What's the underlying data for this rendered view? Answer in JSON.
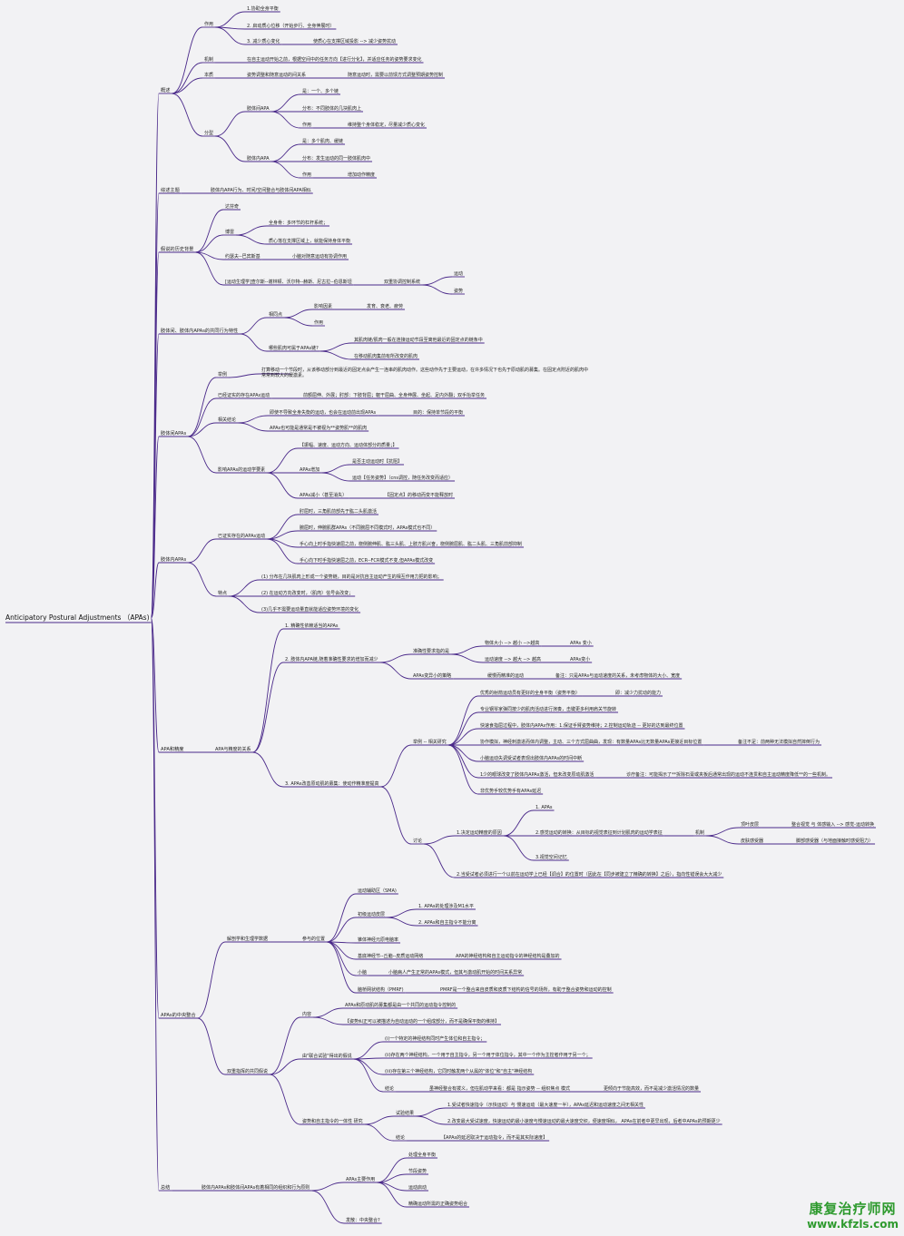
{
  "root": "Anticipatory Postural Adjustments （APAs)",
  "nodes": [
    {
      "id": "n1",
      "p": "root",
      "t": "概述"
    },
    {
      "id": "n1a",
      "p": "n1",
      "t": "作用"
    },
    {
      "id": "n1a1",
      "p": "n1a",
      "t": "1.协助全身平衡"
    },
    {
      "id": "n1a2",
      "p": "n1a",
      "t": "2. 启动质心位移（开始步行、全身伸展时）"
    },
    {
      "id": "n1a3",
      "p": "n1a",
      "t": "3. 减少质心变化"
    },
    {
      "id": "n1a3a",
      "p": "n1a3",
      "t": "使质心在支撑区域投影 --> 减少姿势扰动"
    },
    {
      "id": "n1b",
      "p": "n1",
      "t": "机制"
    },
    {
      "id": "n1b1",
      "p": "n1b",
      "t": "在自主运动开始之前，根据空间中的任务方向【进行分化】，并适应任务的姿势要求变化"
    },
    {
      "id": "n1c",
      "p": "n1",
      "t": "本质"
    },
    {
      "id": "n1c1",
      "p": "n1c",
      "t": "姿势调整和随意运动的间关系"
    },
    {
      "id": "n1c1a",
      "p": "n1c1",
      "t": "随意运动时，需要以前馈方式调整预期姿势控制"
    },
    {
      "id": "n1d",
      "p": "n1",
      "t": "分型"
    },
    {
      "id": "n1d1",
      "p": "n1d",
      "t": "肢体间APA"
    },
    {
      "id": "n1d1a",
      "p": "n1d1",
      "t": "是：一个、多个链"
    },
    {
      "id": "n1d1b",
      "p": "n1d1",
      "t": "分布：不同肢体的几块肌肉上"
    },
    {
      "id": "n1d1c",
      "p": "n1d1",
      "t": "作用"
    },
    {
      "id": "n1d1c1",
      "p": "n1d1c",
      "t": "维持整个身体稳定，尽量减少质心变化"
    },
    {
      "id": "n1d2",
      "p": "n1d",
      "t": "肢体内APA"
    },
    {
      "id": "n1d2a",
      "p": "n1d2",
      "t": "是：多个肌肉、缓链"
    },
    {
      "id": "n1d2b",
      "p": "n1d2",
      "t": "分布：发生运动的同一肢体肌肉中"
    },
    {
      "id": "n1d2c",
      "p": "n1d2",
      "t": "作用"
    },
    {
      "id": "n1d2c1",
      "p": "n1d2c",
      "t": "增加动作精度"
    },
    {
      "id": "n2",
      "p": "root",
      "t": "综述主题"
    },
    {
      "id": "n2a",
      "p": "n2",
      "t": "肢体内APA行为、时间/空间整合与肢体间APA相似"
    },
    {
      "id": "n3",
      "p": "root",
      "t": "假说的历史背景"
    },
    {
      "id": "n3a",
      "p": "n3",
      "t": "达芬奇"
    },
    {
      "id": "n3b",
      "p": "n3",
      "t": "博雷"
    },
    {
      "id": "n3b1",
      "p": "n3b",
      "t": "全身骨：多环节的杠杆系统；"
    },
    {
      "id": "n3b2",
      "p": "n3b",
      "t": "质心落在支撑区域上，就能保持身体平衡"
    },
    {
      "id": "n3c",
      "p": "n3",
      "t": "约瑟夫--巴宾斯基"
    },
    {
      "id": "n3c1",
      "p": "n3c",
      "t": "小脑对随意运动有协调作用"
    },
    {
      "id": "n3d",
      "p": "n3",
      "t": "[运动生理学]查尔斯--谢林顿、沃尔特--赫斯、尼古拉--伯恩斯坦"
    },
    {
      "id": "n3d1",
      "p": "n3d",
      "t": "双重协调控制系统"
    },
    {
      "id": "n3d1a",
      "p": "n3d1",
      "t": "运动"
    },
    {
      "id": "n3d1b",
      "p": "n3d1",
      "t": "姿势"
    },
    {
      "id": "n4",
      "p": "root",
      "t": "肢体间、肢体内APAs的共同行为特性"
    },
    {
      "id": "n4a",
      "p": "n4",
      "t": "相同点"
    },
    {
      "id": "n4a1",
      "p": "n4a",
      "t": "影响因素"
    },
    {
      "id": "n4a1a",
      "p": "n4a1",
      "t": "发育、衰老、疲劳"
    },
    {
      "id": "n4a2",
      "p": "n4a",
      "t": "作用"
    },
    {
      "id": "n4b",
      "p": "n4",
      "t": "哪些肌肉可属于APAs链?"
    },
    {
      "id": "n4b1",
      "p": "n4b",
      "t": "其肌肉链/肌肉一般在连接运动节段至离他最近的固定点的链条中"
    },
    {
      "id": "n4b2",
      "p": "n4b",
      "t": "在移动肌肉集前有所改变的肌肉"
    },
    {
      "id": "n5",
      "p": "root",
      "t": "肢体间APAs"
    },
    {
      "id": "n5a",
      "p": "n5",
      "t": "举例"
    },
    {
      "id": "n5a1",
      "p": "n5a",
      "t": "打算移动一个节段时，从该移动部分到最近的固定点会产生一连串的肌肉动作。这些动作先于主要运动，在许多情况下也先于原动肌的募集。在固定点附近的肌肉中常常到较大的缓激素。"
    },
    {
      "id": "n5b",
      "p": "n5",
      "t": "已经证实的存在APAs运动"
    },
    {
      "id": "n5b1",
      "p": "n5b",
      "t": "前额屈伸、外展；肘部：下肢背屈；躯干屈曲、全身伸展、坐起、足内外翻；双手抬举任务"
    },
    {
      "id": "n5c",
      "p": "n5",
      "t": "相关结论"
    },
    {
      "id": "n5c1",
      "p": "n5c",
      "t": "即使不导致全身失衡的运动，也会在运动前出现APAs"
    },
    {
      "id": "n5c1a",
      "p": "n5c1",
      "t": "目的：保持单节段的平衡"
    },
    {
      "id": "n5c2",
      "p": "n5c",
      "t": "APAs也可能是通常是不被视为**姿势肌**的肌肉"
    },
    {
      "id": "n5d",
      "p": "n5",
      "t": "影响APAs的运动学要素"
    },
    {
      "id": "n5d1",
      "p": "n5d",
      "t": "【振幅、速度、运动方向、运动体部分的质量；】"
    },
    {
      "id": "n5d2",
      "p": "n5d",
      "t": "APAs增加"
    },
    {
      "id": "n5d2a",
      "p": "n5d2",
      "t": "是否主动运动时【抗阻】"
    },
    {
      "id": "n5d2b",
      "p": "n5d2",
      "t": "运动【任务姿势】（cns调控，随任务改变而适应）"
    },
    {
      "id": "n5d3",
      "p": "n5d",
      "t": "APAs减小（甚至消失）"
    },
    {
      "id": "n5d3a",
      "p": "n5d3",
      "t": "【固定点】的移动而变不能释放时"
    },
    {
      "id": "n6",
      "p": "root",
      "t": "肢体内APAs"
    },
    {
      "id": "n6a",
      "p": "n6",
      "t": "已证实存在的APAs运动"
    },
    {
      "id": "n6a1",
      "p": "n6a",
      "t": "肘屈时，三角肌前部先于肱二头肌激活"
    },
    {
      "id": "n6a2",
      "p": "n6a",
      "t": "腕屈时，伸腕肌群APAs（不同腕屈不同模式时，APAs模式也不同）"
    },
    {
      "id": "n6a3",
      "p": "n6a",
      "t": "手心向上时手指快速屈之前，桡侧腕伸肌、肱三头肌、上肢方肌兴奋，桡侧腕屈肌、肱二头肌、三角肌前部抑制"
    },
    {
      "id": "n6a4",
      "p": "n6a",
      "t": "手心向下时手指快速屈之前，ECR--FCR模式不变,但APAs模式改变"
    },
    {
      "id": "n6b",
      "p": "n6",
      "t": "特点"
    },
    {
      "id": "n6b1",
      "p": "n6b",
      "t": "(1) 分布在几块肌肉上形成一个姿势链，目的是对抗自主运动产生的相互作用力把的影响；"
    },
    {
      "id": "n6b2",
      "p": "n6b",
      "t": "(2) 在运动方向改变时，（肌肉）信号会改变；"
    },
    {
      "id": "n6b3",
      "p": "n6b",
      "t": "(3)几乎不需要运动量直就能适应姿势环境的变化"
    },
    {
      "id": "n7",
      "p": "root",
      "t": "APA和精度"
    },
    {
      "id": "n7a",
      "p": "n7",
      "t": "APA与精度的关系"
    },
    {
      "id": "n7a1",
      "p": "n7a",
      "t": "1. 精确性依赖适当的APAs"
    },
    {
      "id": "n7a2",
      "p": "n7a",
      "t": "2. 肢体内APA链,随着准确性要求的增加而减少"
    },
    {
      "id": "n7a2a",
      "p": "n7a2",
      "t": "准确性要求指的是"
    },
    {
      "id": "n7a2a1",
      "p": "n7a2a",
      "t": "物体大小 --> 越小 -->越高"
    },
    {
      "id": "n7a2a1a",
      "p": "n7a2a1",
      "t": "APAs 变小"
    },
    {
      "id": "n7a2a2",
      "p": "n7a2a",
      "t": "运动速度 --> 越大 --> 越高"
    },
    {
      "id": "n7a2a2a",
      "p": "n7a2a2",
      "t": "APAs变小"
    },
    {
      "id": "n7a2b",
      "p": "n7a2",
      "t": "APAs变异小的策略"
    },
    {
      "id": "n7a2b1",
      "p": "n7a2b",
      "t": "缓慢而精准的运动"
    },
    {
      "id": "n7a2b1a",
      "p": "n7a2b1",
      "t": "备注：只是APAs与运动速度的关系，未考虑物体的大小、宽度"
    },
    {
      "id": "n7a3",
      "p": "n7a",
      "t": "3. APAs改善原动肌的募集：使动作精准度提高"
    },
    {
      "id": "n7a3a",
      "p": "n7a3",
      "t": "举例 -- 相关研究"
    },
    {
      "id": "n7a3a1",
      "p": "n7a3a",
      "t": "优秀的射箭运动员有更好的全身平衡（姿势平衡）"
    },
    {
      "id": "n7a3a1a",
      "p": "n7a3a1",
      "t": "即：减少力扰动的能力"
    },
    {
      "id": "n7a3a2",
      "p": "n7a3a",
      "t": "专业钢琴家弹同按少的肌肉活动进行演奏，击键更多利用肩关节旋转"
    },
    {
      "id": "n7a3a3",
      "p": "n7a3a",
      "t": "快速食指屈过程中，肢体内APAs作用：1.保证手臂姿势维持；2.控制运动轨迹 -- 更好的达到最终位置"
    },
    {
      "id": "n7a3a4",
      "p": "n7a3a",
      "t": "协作模拟，神经刺激进而体内调整，主动、三个方式屈曲曲，发现：有数量APAs比无数量APAs更接近目标位置"
    },
    {
      "id": "n7a3a4a",
      "p": "n7a3a4",
      "t": "备注不足：前两种无法模拟自然摔倒行为"
    },
    {
      "id": "n7a3a5",
      "p": "n7a3a",
      "t": "小脑运动失调受试者表现出肢体内APAs的时间中断"
    },
    {
      "id": "n7a3a6",
      "p": "n7a3a",
      "t": "1少的眼球改变了肢体内APAs激活，但未改变原动肌激活"
    },
    {
      "id": "n7a3a6a",
      "p": "n7a3a6",
      "t": "诊疗备注：可能揭示了**拆除石膏或夹板后通常出现的运动不连贯和自主运动精度降低**的一些机制。"
    },
    {
      "id": "n7a3a7",
      "p": "n7a3a",
      "t": "非优势手较优势手有APAs延迟"
    },
    {
      "id": "n7a3b",
      "p": "n7a3",
      "t": "讨论"
    },
    {
      "id": "n7a3b1",
      "p": "n7a3b",
      "t": "1.决定运动精度的原因"
    },
    {
      "id": "n7a3b1a",
      "p": "n7a3b1",
      "t": "1. APAs"
    },
    {
      "id": "n7a3b1b",
      "p": "n7a3b1",
      "t": "2.感觉运动的转换：从目标的视觉表征到计划肌肉的运动学表征"
    },
    {
      "id": "n7a3b1b1",
      "p": "n7a3b1b",
      "t": "机制"
    },
    {
      "id": "n7a3b1b1a",
      "p": "n7a3b1b1",
      "t": "顶叶皮层"
    },
    {
      "id": "n7a3b1b1a1",
      "p": "n7a3b1b1a",
      "t": "整合视觉 与 体感输入 --> 感觉-运动转换"
    },
    {
      "id": "n7a3b1b1b",
      "p": "n7a3b1b1",
      "t": "皮肤感受器"
    },
    {
      "id": "n7a3b1b1b1",
      "p": "n7a3b1b1b",
      "t": "脚部感受器（与地面接触时感受阻力）"
    },
    {
      "id": "n7a3b1c",
      "p": "n7a3b1",
      "t": "3.视觉空间记忆"
    },
    {
      "id": "n7a3b2",
      "p": "n7a3b",
      "t": "2.当受试者必须进行一个以前在运动学上已经【调合】的位置时（因此在【同步被建立了精确的转换】之后），指向性错误会大大减少"
    },
    {
      "id": "n8",
      "p": "root",
      "t": "APAs的中央整合"
    },
    {
      "id": "n8a",
      "p": "n8",
      "t": "解剖学和生理学数据"
    },
    {
      "id": "n8a1",
      "p": "n8a",
      "t": "参与的位置"
    },
    {
      "id": "n8a1a",
      "p": "n8a1",
      "t": "运动辅助区（SMA)"
    },
    {
      "id": "n8a1b",
      "p": "n8a1",
      "t": "初级运动皮层"
    },
    {
      "id": "n8a1b1",
      "p": "n8a1b",
      "t": "1. APAs的处理涉及M1水平"
    },
    {
      "id": "n8a1b2",
      "p": "n8a1b",
      "t": "2. APAs和自主指令不能分离"
    },
    {
      "id": "n8a1c",
      "p": "n8a1",
      "t": "锥体神经元原电脑率"
    },
    {
      "id": "n8a1d",
      "p": "n8a1",
      "t": "基底神经节--丘脑--皮质运动网络"
    },
    {
      "id": "n8a1d1",
      "p": "n8a1d",
      "t": "APA的神经结构和自主运动指令的神经结构是叠加的"
    },
    {
      "id": "n8a1e",
      "p": "n8a1",
      "t": "小脑"
    },
    {
      "id": "n8a1e1",
      "p": "n8a1e",
      "t": "小脑病人产生正常的APAs模式，但其与激动肌开始的时间关系异常"
    },
    {
      "id": "n8a1f",
      "p": "n8a1",
      "t": "脑桥网状结构（PMRF)"
    },
    {
      "id": "n8a1f1",
      "p": "n8a1f",
      "t": "PMRF是一个整合来自皮质和皮质下结构的信号的场所，有助于整合姿势和运动的控制"
    },
    {
      "id": "n8b",
      "p": "n8",
      "t": "双重指挥的共同假说"
    },
    {
      "id": "n8b1",
      "p": "n8b",
      "t": "内容"
    },
    {
      "id": "n8b1a",
      "p": "n8b1",
      "t": "APAs和原动肌的募集都是由一个共同的运动指令控制的"
    },
    {
      "id": "n8b1b",
      "p": "n8b1",
      "t": "【姿势纠正可以被描述为自动运动的一个组成部分，而不是确保平衡的维持】"
    },
    {
      "id": "n8b2",
      "p": "n8b",
      "t": "由\"联合试验\"得出的假说"
    },
    {
      "id": "n8b2a",
      "p": "n8b2",
      "t": "(i)一个特定的神经结构同时产生体位和自主指令；"
    },
    {
      "id": "n8b2b",
      "p": "n8b2",
      "t": "(ii)存在两个神经结构，一个用于自主指令，另一个用于体位指令，其中一个作为主控者作用于另一个；"
    },
    {
      "id": "n8b2c",
      "p": "n8b2",
      "t": "(iii)存在第三个神经结构，它同时触发两个从属的\"体位\"和\"自主\"神经结构"
    },
    {
      "id": "n8b2d",
      "p": "n8b2",
      "t": "结论"
    },
    {
      "id": "n8b2d1",
      "p": "n8b2d",
      "t": "虽神经整合有拨义，但在肌动学来看：都是 指示姿势 -- 组织焦点 模式"
    },
    {
      "id": "n8b2d1a",
      "p": "n8b2d1",
      "t": "更倾向于节能高效，而不是减少激活情况的数量"
    },
    {
      "id": "n8b3",
      "p": "n8b",
      "t": "姿势和自主指令的一体性 研究"
    },
    {
      "id": "n8b3a",
      "p": "n8b3",
      "t": "试验结果"
    },
    {
      "id": "n8b3a1",
      "p": "n8b3a",
      "t": "1.受试者快速指令（示快运动）与 慢速运动（最大速度一半），APAs延迟和运动速度之间无相关性"
    },
    {
      "id": "n8b3a2",
      "p": "n8b3a",
      "t": "2.改变最大受试速度，快速运动的最小速度与慢速运动的最大速度交织，便速度相似，  APAs在前者中更早出现，后者中APAs的预期更少"
    },
    {
      "id": "n8b3b",
      "p": "n8b3",
      "t": "结论"
    },
    {
      "id": "n8b3b1",
      "p": "n8b3b",
      "t": "【APAs的延迟取决于运动指令，而不是其实际速度】"
    },
    {
      "id": "n9",
      "p": "root",
      "t": "总结"
    },
    {
      "id": "n9a",
      "p": "n9",
      "t": "肢体内APAs和肢体间APAs有着相同的组织和行为原则"
    },
    {
      "id": "n9a1",
      "p": "n9a",
      "t": "APAs主要作用"
    },
    {
      "id": "n9a1a",
      "p": "n9a1",
      "t": "处理全身平衡"
    },
    {
      "id": "n9a1b",
      "p": "n9a1",
      "t": "节段姿势"
    },
    {
      "id": "n9a1c",
      "p": "n9a1",
      "t": "运动启动"
    },
    {
      "id": "n9a1d",
      "p": "n9a1",
      "t": "精确运动所需的正确姿势组合"
    },
    {
      "id": "n9a2",
      "p": "n9a",
      "t": "发散：中央整合?"
    }
  ],
  "watermark": {
    "cn": "康复治疗师网",
    "url": "www.kfzls.com"
  },
  "colors": {
    "line": "#4b2a8a",
    "bg": "#f2f2f4",
    "text": "#222222",
    "brand": "#2e9a2e"
  }
}
